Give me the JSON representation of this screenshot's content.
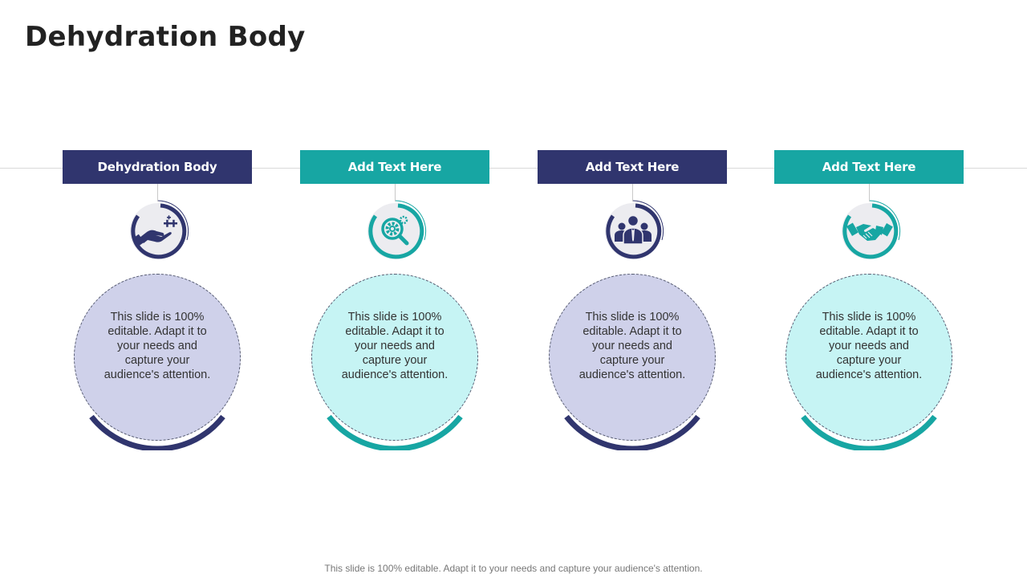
{
  "title": "Dehydration Body",
  "colors": {
    "navy": "#30356e",
    "teal": "#17a6a3",
    "navy_bubble": "#cfd1ea",
    "teal_bubble": "#c6f4f4",
    "icon_bg": "#ececf0"
  },
  "columns": [
    {
      "header": "Dehydration Body",
      "theme": "navy",
      "icon": "hand-with-sparkles-icon",
      "text": "This slide is 100% editable. Adapt it to your needs and capture your audience's attention."
    },
    {
      "header": "Add Text Here",
      "theme": "teal",
      "icon": "gear-search-icon",
      "text": "This slide is 100% editable. Adapt it to your needs and capture your audience's attention."
    },
    {
      "header": "Add Text Here",
      "theme": "navy",
      "icon": "team-icon",
      "text": "This slide is 100% editable. Adapt it to your needs and capture your audience's attention."
    },
    {
      "header": "Add Text Here",
      "theme": "teal",
      "icon": "handshake-icon",
      "text": "This slide is 100% editable. Adapt it to your needs and capture your audience's attention."
    }
  ],
  "footer": "This slide is 100% editable. Adapt it to your needs and capture your audience's attention."
}
